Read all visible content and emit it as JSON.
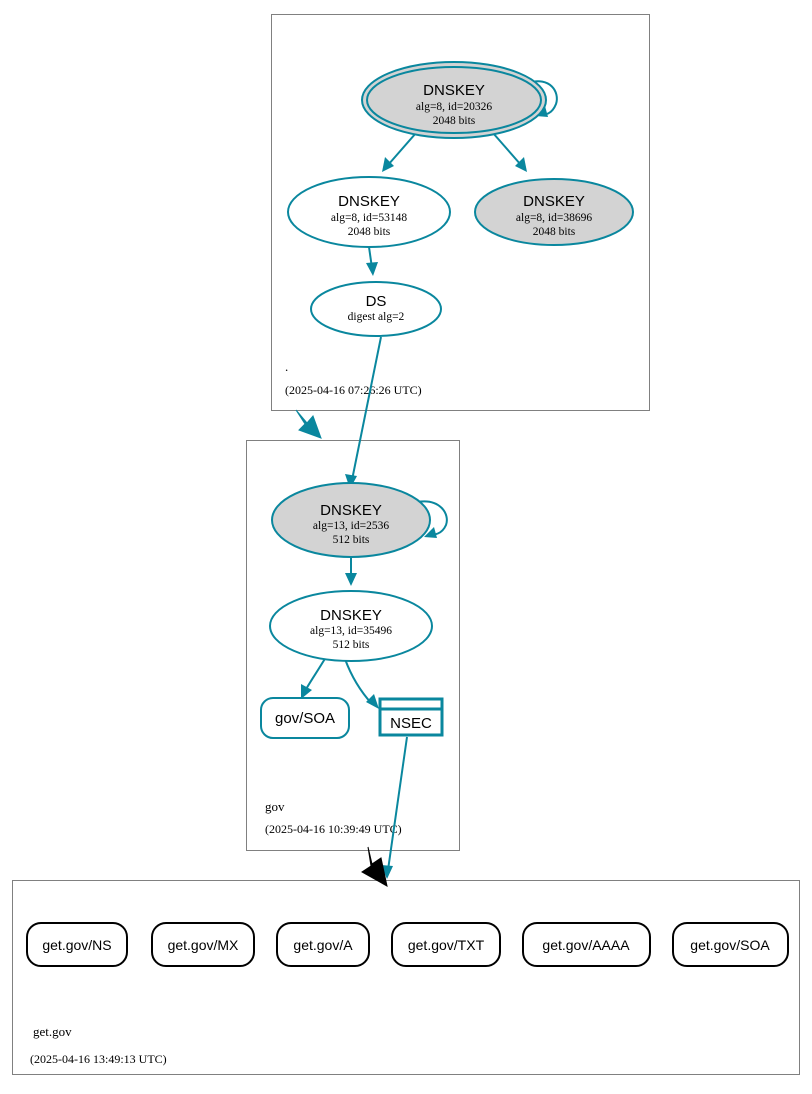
{
  "diagram": {
    "type": "dnssec-authentication-chain",
    "colors": {
      "accent_teal": "#0a879e",
      "secure_key_fill": "#d3d3d3",
      "plain_fill": "#ffffff",
      "zone_border": "#808080",
      "insecure_delegation": "#000000"
    }
  },
  "zones": [
    {
      "id": "root",
      "name": ".",
      "timestamp": "(2025-04-16 07:26:26 UTC)",
      "nodes": [
        {
          "id": "root-ksk",
          "kind": "dnskey",
          "title": "DNSKEY",
          "detail": "alg=8, id=20326",
          "size": "2048 bits",
          "trust_anchor": true,
          "shaded": true
        },
        {
          "id": "root-zsk-53148",
          "kind": "dnskey",
          "title": "DNSKEY",
          "detail": "alg=8, id=53148",
          "size": "2048 bits",
          "trust_anchor": false,
          "shaded": false
        },
        {
          "id": "root-zsk-38696",
          "kind": "dnskey",
          "title": "DNSKEY",
          "detail": "alg=8, id=38696",
          "size": "2048 bits",
          "trust_anchor": false,
          "shaded": true
        },
        {
          "id": "root-ds",
          "kind": "ds",
          "title": "DS",
          "detail": "digest alg=2",
          "size": "",
          "trust_anchor": false,
          "shaded": false
        }
      ]
    },
    {
      "id": "gov",
      "name": "gov",
      "timestamp": "(2025-04-16 10:39:49 UTC)",
      "nodes": [
        {
          "id": "gov-ksk",
          "kind": "dnskey",
          "title": "DNSKEY",
          "detail": "alg=13, id=2536",
          "size": "512 bits",
          "trust_anchor": false,
          "shaded": true
        },
        {
          "id": "gov-zsk",
          "kind": "dnskey",
          "title": "DNSKEY",
          "detail": "alg=13, id=35496",
          "size": "512 bits",
          "trust_anchor": false,
          "shaded": false
        },
        {
          "id": "gov-soa",
          "kind": "rrset",
          "title": "gov/SOA",
          "detail": "",
          "size": "",
          "trust_anchor": false,
          "shaded": false
        },
        {
          "id": "gov-nsec",
          "kind": "nsec",
          "title": "NSEC",
          "detail": "",
          "size": "",
          "trust_anchor": false,
          "shaded": false
        }
      ]
    },
    {
      "id": "getgov",
      "name": "get.gov",
      "timestamp": "(2025-04-16 13:49:13 UTC)",
      "nodes": [
        {
          "id": "getgov-ns",
          "kind": "rrset",
          "title": "get.gov/NS",
          "detail": "",
          "size": "",
          "trust_anchor": false,
          "shaded": false
        },
        {
          "id": "getgov-mx",
          "kind": "rrset",
          "title": "get.gov/MX",
          "detail": "",
          "size": "",
          "trust_anchor": false,
          "shaded": false
        },
        {
          "id": "getgov-a",
          "kind": "rrset",
          "title": "get.gov/A",
          "detail": "",
          "size": "",
          "trust_anchor": false,
          "shaded": false
        },
        {
          "id": "getgov-txt",
          "kind": "rrset",
          "title": "get.gov/TXT",
          "detail": "",
          "size": "",
          "trust_anchor": false,
          "shaded": false
        },
        {
          "id": "getgov-aaaa",
          "kind": "rrset",
          "title": "get.gov/AAAA",
          "detail": "",
          "size": "",
          "trust_anchor": false,
          "shaded": false
        },
        {
          "id": "getgov-soa",
          "kind": "rrset",
          "title": "get.gov/SOA",
          "detail": "",
          "size": "",
          "trust_anchor": false,
          "shaded": false
        }
      ]
    }
  ]
}
